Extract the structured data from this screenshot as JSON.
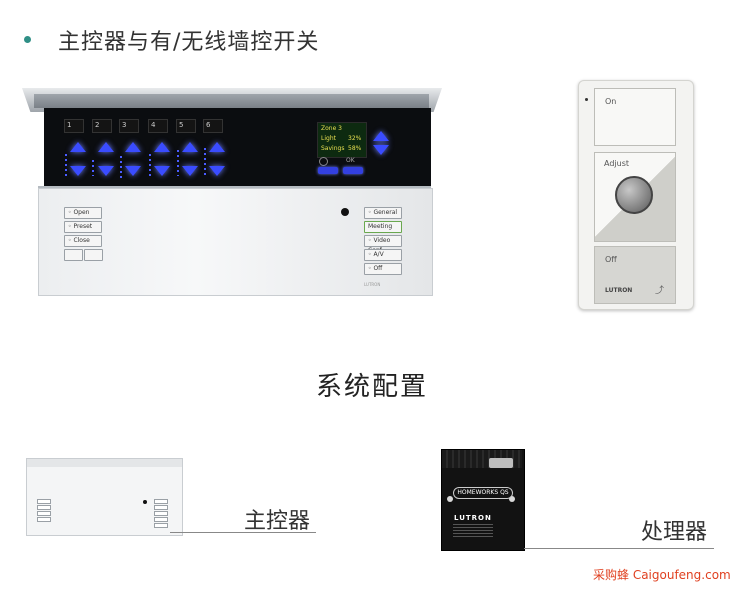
{
  "heading": "主控器与有/无线墙控开关",
  "main_controller": {
    "zone_buttons": [
      "1",
      "2",
      "3",
      "4",
      "5",
      "6"
    ],
    "screen": {
      "zone": "Zone 3",
      "light_label": "Light",
      "light_value": "32%",
      "savings_label": "Savings",
      "savings_value": "58%",
      "ok_label": "OK"
    },
    "left_buttons": [
      "◦ Open",
      "◦ Preset",
      "◦ Close"
    ],
    "right_buttons": [
      "◦ General",
      "Meeting",
      "◦ Video Conf",
      "◦ A/V",
      "◦ Off"
    ],
    "brand": "LUTRON"
  },
  "pico": {
    "on_label": "On",
    "adjust_label": "Adjust",
    "off_label": "Off",
    "brand": "LUTRON"
  },
  "section_title": "系统配置",
  "labels": {
    "controller": "主控器",
    "processor": "处理器"
  },
  "processor": {
    "logo": "HOMEWORKS QS",
    "brand": "LUTRON"
  },
  "watermark": "采购蜂 Caigoufeng.com",
  "colors": {
    "accent_bullet": "#2f8f86",
    "led_blue": "#3a4cff",
    "watermark": "#e04020"
  }
}
